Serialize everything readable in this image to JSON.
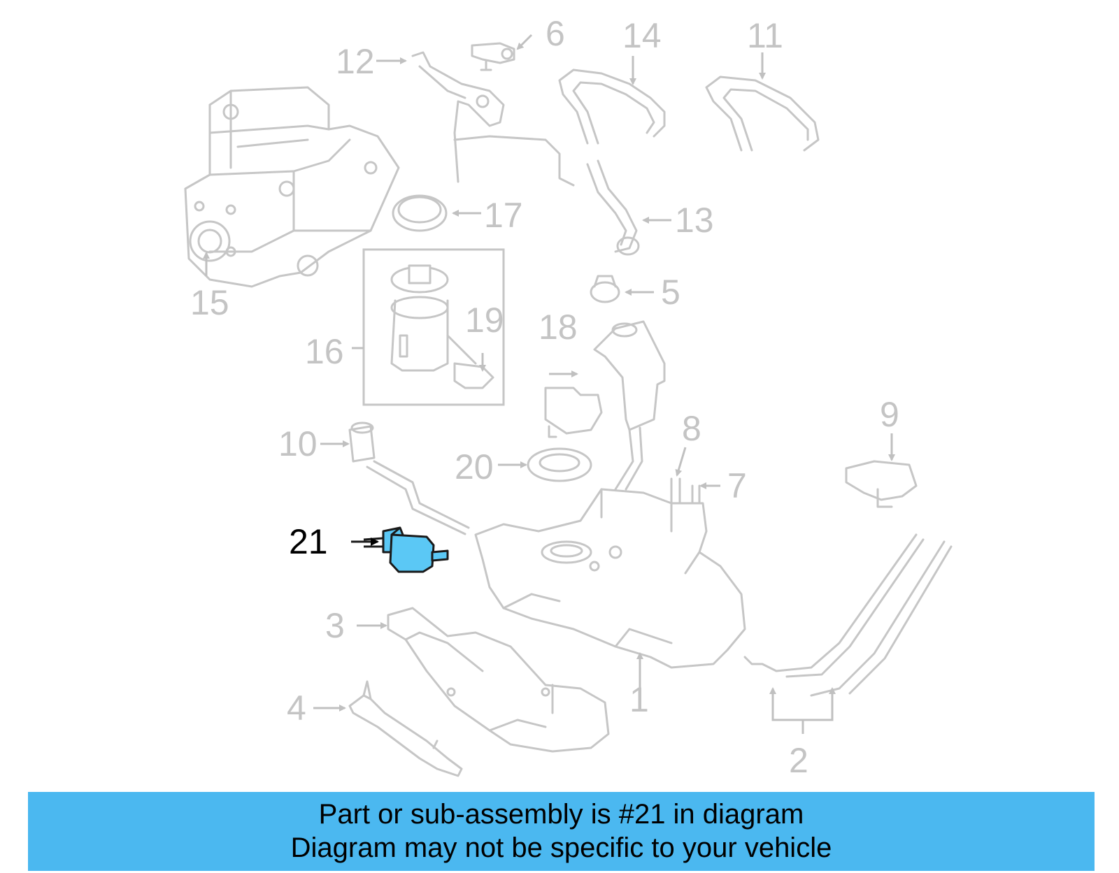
{
  "callouts": {
    "c1": "1",
    "c2": "2",
    "c3": "3",
    "c4": "4",
    "c5": "5",
    "c6": "6",
    "c7": "7",
    "c8": "8",
    "c9": "9",
    "c10": "10",
    "c11": "11",
    "c12": "12",
    "c13": "13",
    "c14": "14",
    "c15": "15",
    "c16": "16",
    "c17": "17",
    "c18": "18",
    "c19": "19",
    "c20": "20",
    "c21": "21"
  },
  "highlight_color": "#5bc8f5",
  "caption": {
    "line1": "Part or sub-assembly is #21 in diagram",
    "line2": "Diagram may not be specific to your vehicle",
    "background": "#4bb8f0"
  }
}
